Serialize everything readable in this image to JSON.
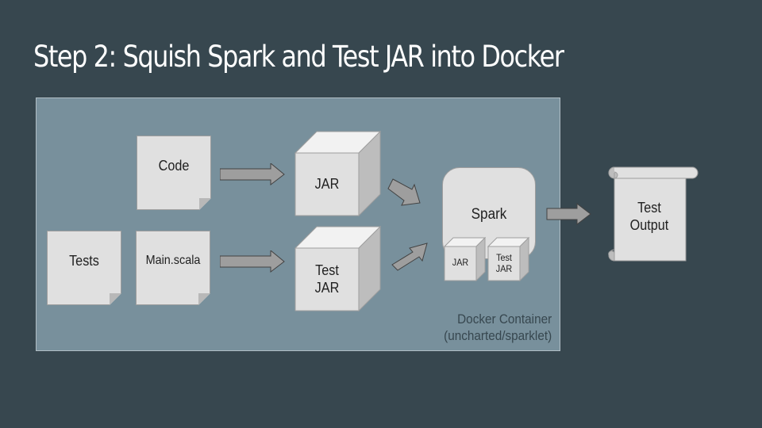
{
  "slide": {
    "title": "Step 2: Squish Spark and Test JAR into Docker"
  },
  "container": {
    "label_line1": "Docker Container",
    "label_line2": "(uncharted/sparklet)"
  },
  "documents": {
    "code": "Code",
    "tests": "Tests",
    "main": "Main.scala"
  },
  "cubes": {
    "jar": "JAR",
    "test_jar_line1": "Test",
    "test_jar_line2": "JAR"
  },
  "spark": {
    "label": "Spark",
    "small_jar": "JAR",
    "small_test_jar_line1": "Test",
    "small_test_jar_line2": "JAR"
  },
  "output": {
    "line1": "Test",
    "line2": "Output"
  },
  "colors": {
    "background": "#37474f",
    "container": "#78909c",
    "shape_fill": "#e0e0e0",
    "arrow_fill": "#9e9e9e"
  }
}
